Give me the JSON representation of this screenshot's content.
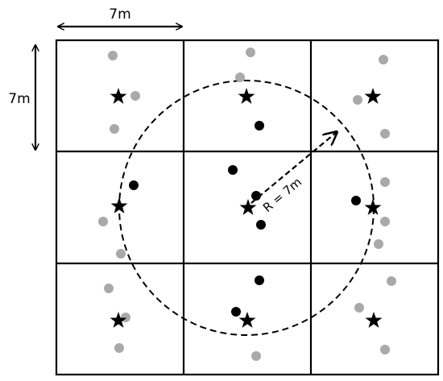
{
  "labels": {
    "width_dimension": "7m",
    "height_dimension": "7m",
    "radius": "R = 7m"
  },
  "colors": {
    "stroke": "#000000",
    "gray_point": "#a9a9a9",
    "black_point": "#000000",
    "star": "#000000"
  },
  "grid": {
    "rows": 3,
    "cols": 3
  },
  "icons": {
    "star": "star-icon",
    "arrow": "double-arrow"
  }
}
